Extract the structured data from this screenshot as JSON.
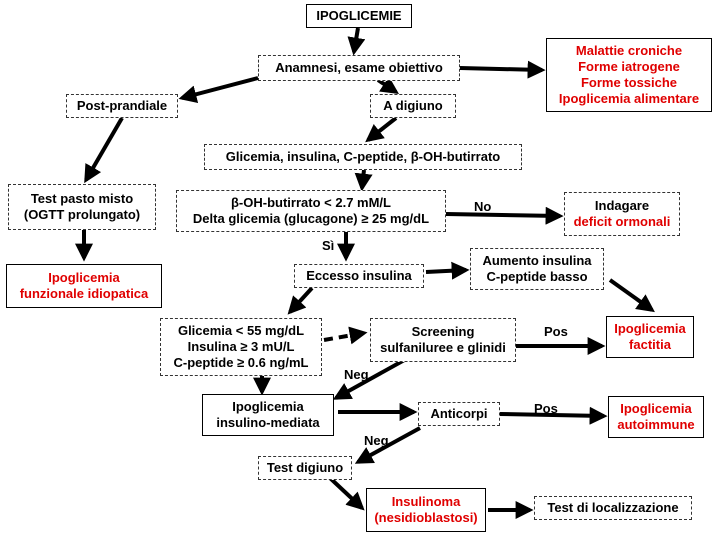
{
  "colors": {
    "accent_red": "#e00000",
    "line": "#000000"
  },
  "nodes": {
    "ipoglicemie": {
      "lines": [
        "IPOGLICEMIE"
      ]
    },
    "anamnesi": {
      "lines": [
        "Anamnesi, esame obiettivo"
      ]
    },
    "malattie": {
      "lines": [
        "Malattie croniche",
        "Forme iatrogene",
        "Forme tossiche",
        "Ipoglicemia alimentare"
      ]
    },
    "post_prandiale": {
      "lines": [
        "Post-prandiale"
      ]
    },
    "a_digiuno": {
      "lines": [
        "A digiuno"
      ]
    },
    "glicemia_insulina": {
      "lines": [
        "Glicemia,  insulina, C-peptide, β-OH-butirrato"
      ]
    },
    "test_pasto": {
      "lines": [
        "Test pasto misto",
        "(OGTT prolungato)"
      ]
    },
    "butirrato": {
      "lines": [
        "β-OH-butirrato < 2.7 mM/L",
        "Delta glicemia (glucagone) ≥ 25 mg/dL"
      ]
    },
    "indagare": {
      "line1": "Indagare",
      "line2": "deficit ormonali"
    },
    "ipo_funzionale": {
      "lines": [
        "Ipoglicemia",
        "funzionale idiopatica"
      ]
    },
    "aumento_insulina": {
      "lines": [
        "Aumento insulina",
        "C-peptide basso"
      ]
    },
    "eccesso_insulina": {
      "lines": [
        "Eccesso insulina"
      ]
    },
    "criteri": {
      "lines": [
        "Glicemia < 55 mg/dL",
        "Insulina ≥ 3 mU/L",
        "C-peptide ≥ 0.6 ng/mL"
      ]
    },
    "screening": {
      "lines": [
        "Screening",
        "sulfaniluree e glinidi"
      ]
    },
    "factitia": {
      "lines": [
        "Ipoglicemia",
        "factitia"
      ]
    },
    "insulino_mediata": {
      "lines": [
        "Ipoglicemia",
        "insulino-mediata"
      ]
    },
    "anticorpi": {
      "lines": [
        "Anticorpi"
      ]
    },
    "autoimmune": {
      "lines": [
        "Ipoglicemia",
        "autoimmune"
      ]
    },
    "test_digiuno": {
      "lines": [
        "Test digiuno"
      ]
    },
    "insulinoma": {
      "lines": [
        "Insulinoma",
        "(nesidioblastosi)"
      ]
    },
    "localizzazione": {
      "lines": [
        "Test di localizzazione"
      ]
    }
  },
  "edge_labels": {
    "no": "No",
    "si": "Sì",
    "pos_screening": "Pos",
    "neg_screening": "Neg",
    "pos_anticorpi": "Pos",
    "neg_anticorpi": "Neg"
  }
}
